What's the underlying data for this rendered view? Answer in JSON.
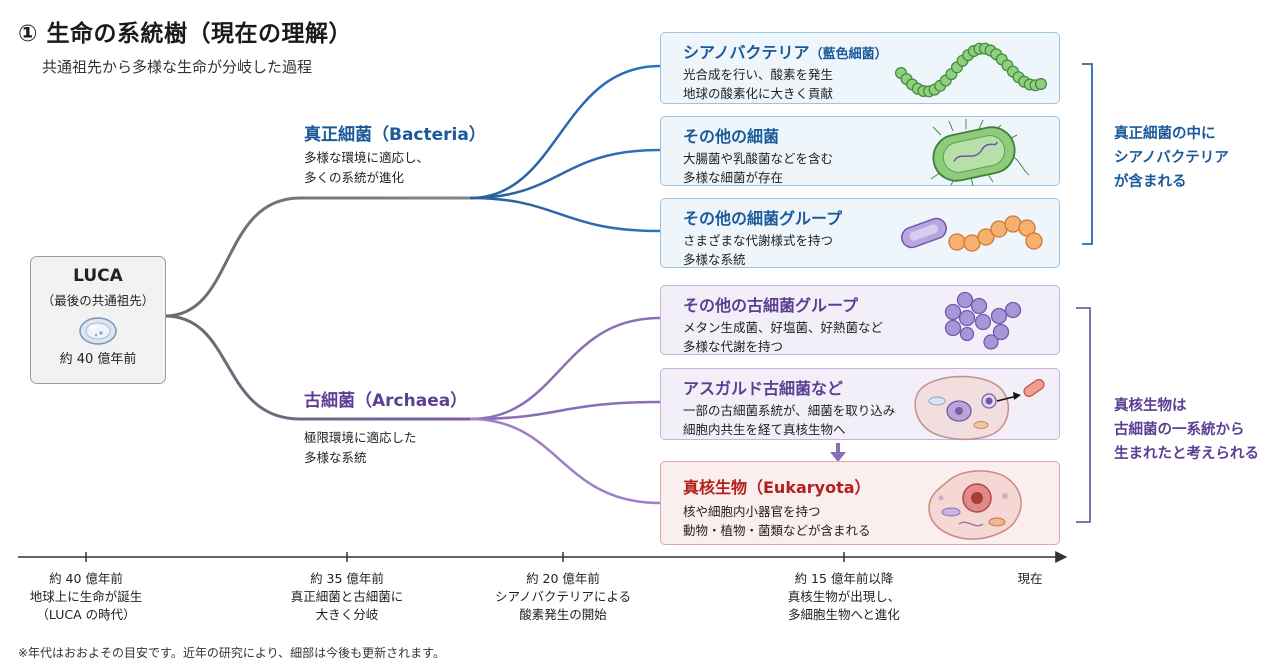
{
  "header": {
    "title": "① 生命の系統樹（現在の理解）",
    "subtitle": "共通祖先から多様な生命が分岐した過程"
  },
  "luca": {
    "name": "LUCA",
    "subtitle": "（最後の共通祖先）",
    "date": "約 40 億年前"
  },
  "bacteria": {
    "title": "真正細菌（Bacteria）",
    "desc_line1": "多様な環境に適応し、",
    "desc_line2": "多くの系統が進化"
  },
  "archaea": {
    "title": "古細菌（Archaea）",
    "desc_line1": "極限環境に適応した",
    "desc_line2": "多様な系統"
  },
  "cards": [
    {
      "title": "シアノバクテリア",
      "title_small": "（藍色細菌）",
      "line1": "光合成を行い、酸素を発生",
      "line2": "地球の酸素化に大きく貢献"
    },
    {
      "title": "その他の細菌",
      "title_small": "",
      "line1": "大腸菌や乳酸菌などを含む",
      "line2": "多様な細菌が存在"
    },
    {
      "title": "その他の細菌グループ",
      "title_small": "",
      "line1": "さまざまな代謝様式を持つ",
      "line2": "多様な系統"
    },
    {
      "title": "その他の古細菌グループ",
      "title_small": "",
      "line1": "メタン生成菌、好塩菌、好熱菌など",
      "line2": "多様な代謝を持つ"
    },
    {
      "title": "アスガルド古細菌など",
      "title_small": "",
      "line1": "一部の古細菌系統が、細菌を取り込み",
      "line2": "細胞内共生を経て真核生物へ"
    },
    {
      "title": "真核生物（Eukaryota）",
      "title_small": "",
      "line1": "核や細胞内小器官を持つ",
      "line2": "動物・植物・菌類などが含まれる"
    }
  ],
  "side_notes": {
    "bacteria": [
      "真正細菌の中に",
      "シアノバクテリア",
      "が含まれる"
    ],
    "eukaryote": [
      "真核生物は",
      "古細菌の一系統から",
      "生まれたと考えられる"
    ]
  },
  "timeline": [
    {
      "lines": [
        "約 40 億年前",
        "地球上に生命が誕生",
        "（LUCA の時代）"
      ]
    },
    {
      "lines": [
        "約 35 億年前",
        "真正細菌と古細菌に",
        "大きく分岐"
      ]
    },
    {
      "lines": [
        "約 20 億年前",
        "シアノバクテリアによる",
        "酸素発生の開始"
      ]
    },
    {
      "lines": [
        "約 15 億年前以降",
        "真核生物が出現し、",
        "多細胞生物へと進化"
      ]
    },
    {
      "lines": [
        "現在"
      ]
    }
  ],
  "footnote": "※年代はおおよその目安です。近年の研究により、細部は今後も更新されます。",
  "colors": {
    "bacteria_blue": "#1a5a9a",
    "archaea_purple": "#5b3f92",
    "eukaryote_red": "#b61e1e",
    "trunk_gray": "#6e6e6e"
  }
}
